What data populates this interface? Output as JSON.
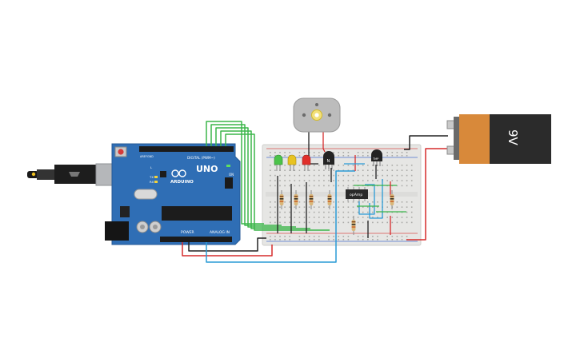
{
  "arduino": {
    "brand": "UNO",
    "logo_text": "ARDUINO",
    "digital_header_label": "DIGITAL (PWM~)",
    "power_label": "POWER",
    "analog_label": "ANALOG IN",
    "on_label": "ON",
    "tx_label": "TX",
    "rx_label": "RX",
    "l_label": "L",
    "aref_label": "AREF",
    "gnd_label": "GND"
  },
  "battery": {
    "label": "9V"
  },
  "motor": {
    "label": ""
  },
  "transistor_1": {
    "label": "N"
  },
  "transistor_2": {
    "label": "TMP"
  },
  "ic": {
    "label": "opAmp"
  },
  "colors": {
    "board_blue": "#2f6eb5",
    "board_dark": "#255a96",
    "breadboard": "#e9e9e7",
    "battery_orange": "#d8893a",
    "battery_black": "#2b2b2b",
    "wire_green": "#3bb54a",
    "wire_red": "#d62b2b",
    "wire_black": "#222222",
    "wire_blue": "#2a9bd6",
    "led_green": "#4cc34a",
    "led_yellow": "#e8c320",
    "led_red": "#e0302b"
  }
}
